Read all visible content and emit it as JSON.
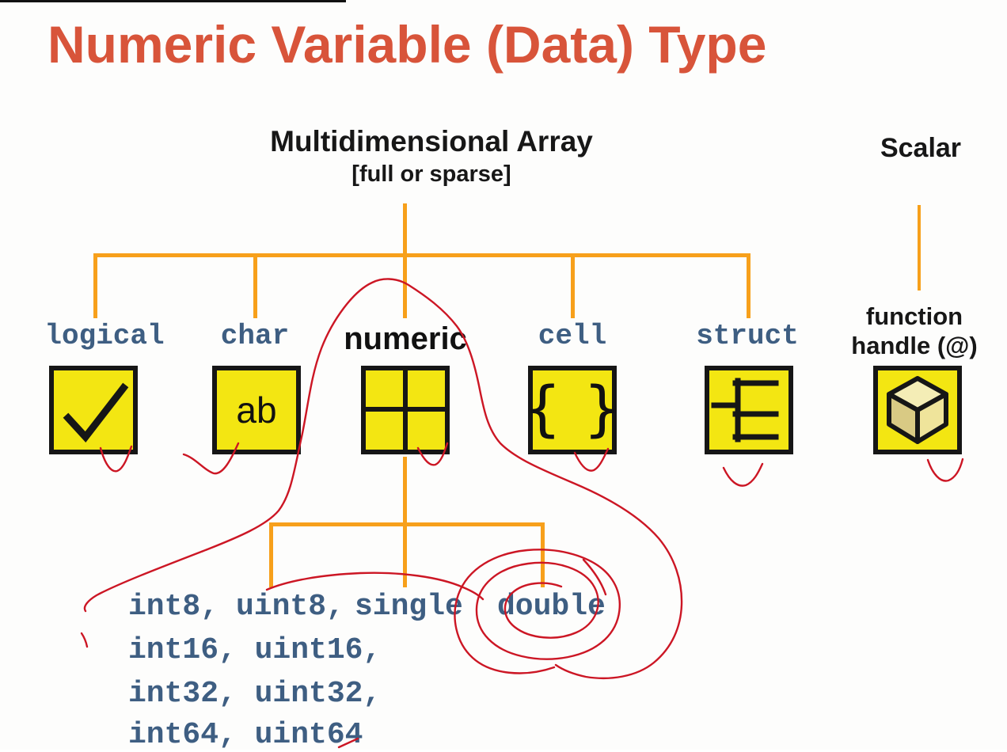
{
  "title": "Numeric Variable (Data) Type",
  "tree": {
    "root_title": "Multidimensional Array",
    "root_subtitle": "[full or sparse]",
    "branches": [
      {
        "label": "logical",
        "icon": "checkmark-icon"
      },
      {
        "label": "char",
        "icon": "ab-glyph-icon",
        "icon_text": "ab"
      },
      {
        "label": "numeric",
        "icon": "matrix-grid-icon"
      },
      {
        "label": "cell",
        "icon": "curly-braces-icon",
        "brace_left": "{",
        "brace_right": "}"
      },
      {
        "label": "struct",
        "icon": "hierarchy-icon"
      }
    ],
    "numeric_subtypes_row1": [
      "int8,",
      "uint8,",
      "single",
      "double"
    ],
    "numeric_subtypes_rows": [
      "int16, uint16,",
      "int32, uint32,",
      "int64, uint64"
    ]
  },
  "scalar": {
    "title": "Scalar",
    "label_line1": "function",
    "label_line2": "handle (@)"
  },
  "annotations": {
    "pen_color": "#cc1624",
    "circled_word": "double"
  },
  "colors": {
    "title": "#d8543a",
    "connector": "#f7a01b",
    "type_label": "#3e5e82",
    "icon_fill": "#f3e612",
    "icon_border": "#161616",
    "background": "#fdfdfc"
  }
}
